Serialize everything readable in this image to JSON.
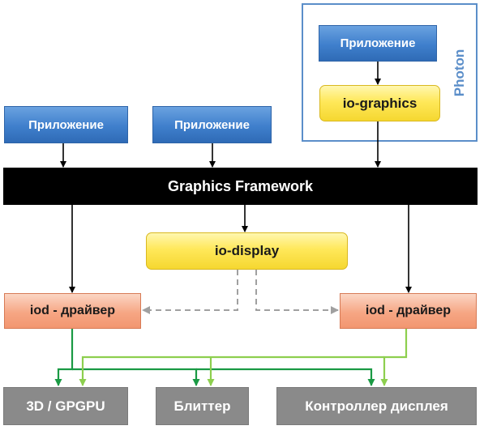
{
  "photon": {
    "label": "Photon",
    "app_label": "Приложение",
    "io_graphics_label": "io-graphics"
  },
  "apps": [
    {
      "label": "Приложение"
    },
    {
      "label": "Приложение"
    }
  ],
  "framework": {
    "label": "Graphics Framework"
  },
  "io_display": {
    "label": "io-display"
  },
  "drivers": [
    {
      "label": "iod - драйвер"
    },
    {
      "label": "iod - драйвер"
    }
  ],
  "hardware": [
    {
      "label": "3D / GPGPU"
    },
    {
      "label": "Блиттер"
    },
    {
      "label": "Контроллер дисплея"
    }
  ],
  "colors": {
    "app_blue": "#3f7fcc",
    "photon_frame": "#5b8ec9",
    "io_yellow": "#ffe85a",
    "driver_orange": "#f6a684",
    "hardware_gray": "#8a8a8a",
    "framework_black": "#000000",
    "link_dark_green": "#1a9a44",
    "link_light_green": "#8dcf4e",
    "link_dashed_gray": "#a0a0a0"
  }
}
